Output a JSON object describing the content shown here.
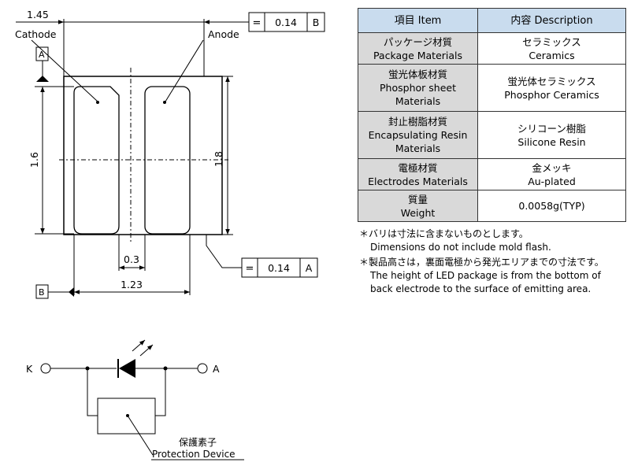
{
  "drawing": {
    "dim_top": "1.45",
    "label_cathode": "Cathode",
    "label_anode": "Anode",
    "datum_a": "A",
    "datum_b": "B",
    "dim_height_left": "1.6",
    "dim_height_right": "1.8",
    "dim_gap": "0.3",
    "dim_width": "1.23",
    "tol_top_value": "0.14",
    "tol_top_ref": "B",
    "tol_right_value": "0.14",
    "tol_right_ref": "A",
    "flat_symbol": "="
  },
  "table": {
    "header_item": "項目 Item",
    "header_desc": "内容 Description",
    "rows": [
      {
        "item_jp": "パッケージ材質",
        "item_en": [
          "Package Materials"
        ],
        "desc_jp": "セラミックス",
        "desc_en": "Ceramics"
      },
      {
        "item_jp": "蛍光体板材質",
        "item_en": [
          "Phosphor sheet",
          "Materials"
        ],
        "desc_jp": "蛍光体セラミックス",
        "desc_en": "Phosphor Ceramics"
      },
      {
        "item_jp": "封止樹脂材質",
        "item_en": [
          "Encapsulating Resin",
          "Materials"
        ],
        "desc_jp": "シリコーン樹脂",
        "desc_en": "Silicone Resin"
      },
      {
        "item_jp": "電極材質",
        "item_en": [
          "Electrodes Materials"
        ],
        "desc_jp": "金メッキ",
        "desc_en": "Au-plated"
      },
      {
        "item_jp": "質量",
        "item_en": [
          "Weight"
        ],
        "desc_jp": "",
        "desc_en": "0.0058g(TYP)"
      }
    ]
  },
  "notes": [
    {
      "jp": "＊バリは寸法に含まないものとします。",
      "en": [
        "Dimensions do not include mold flash."
      ]
    },
    {
      "jp": "＊製品高さは，裏面電極から発光エリアまでの寸法です。",
      "en": [
        "The height of LED package is from the bottom of",
        "back electrode to the surface of emitting area."
      ]
    }
  ],
  "circuit": {
    "label_k": "K",
    "label_a": "A",
    "protection_jp": "保護素子",
    "protection_en": "Protection Device"
  }
}
